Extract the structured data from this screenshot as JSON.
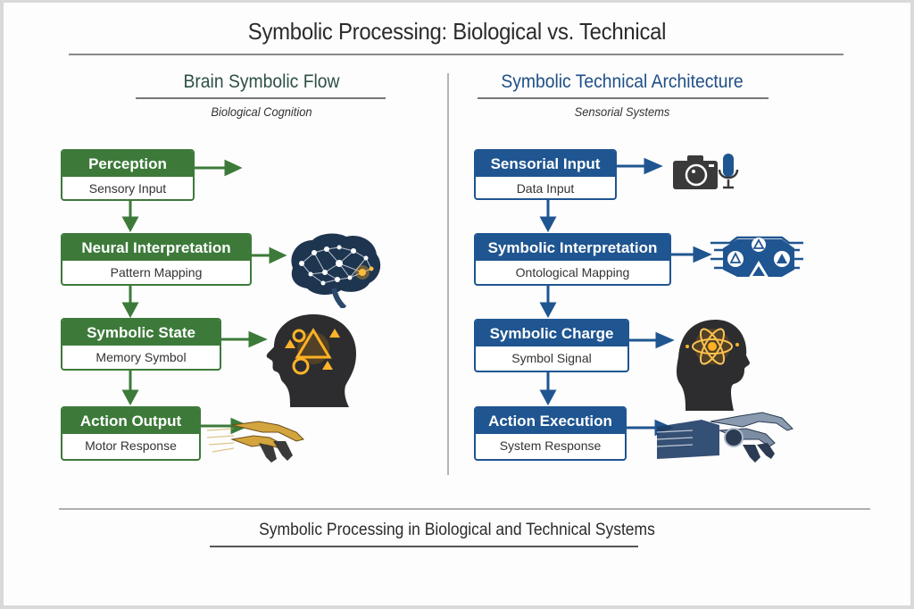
{
  "title": "Symbolic Processing: Biological vs. Technical",
  "colors": {
    "biological": "#3d7a3a",
    "technical": "#1f5590",
    "heading_bio": "#2e4f47",
    "heading_tech": "#1f4f86"
  },
  "left": {
    "heading": "Brain Symbolic Flow",
    "subheading": "Biological Cognition",
    "steps": [
      {
        "title": "Perception",
        "subtitle": "Sensory Input",
        "icon": "arrow-only"
      },
      {
        "title": "Neural Interpretation",
        "subtitle": "Pattern Mapping",
        "icon": "neural-brain-icon"
      },
      {
        "title": "Symbolic State",
        "subtitle": "Memory Symbol",
        "icon": "head-symbols-icon"
      },
      {
        "title": "Action Output",
        "subtitle": "Motor Response",
        "icon": "golden-hand-icon"
      }
    ]
  },
  "right": {
    "heading": "Symbolic Technical Architecture",
    "subheading": "Sensorial Systems",
    "steps": [
      {
        "title": "Sensorial Input",
        "subtitle": "Data Input",
        "icon": "camera-microphone-icon"
      },
      {
        "title": "Symbolic Interpretation",
        "subtitle": "Ontological Mapping",
        "icon": "circuit-symbols-icon"
      },
      {
        "title": "Symbolic Charge",
        "subtitle": "Symbol Signal",
        "icon": "head-atom-icon"
      },
      {
        "title": "Action Execution",
        "subtitle": "System Response",
        "icon": "robot-hand-icon"
      }
    ]
  },
  "footer": "Symbolic Processing in Biological and Technical Systems"
}
